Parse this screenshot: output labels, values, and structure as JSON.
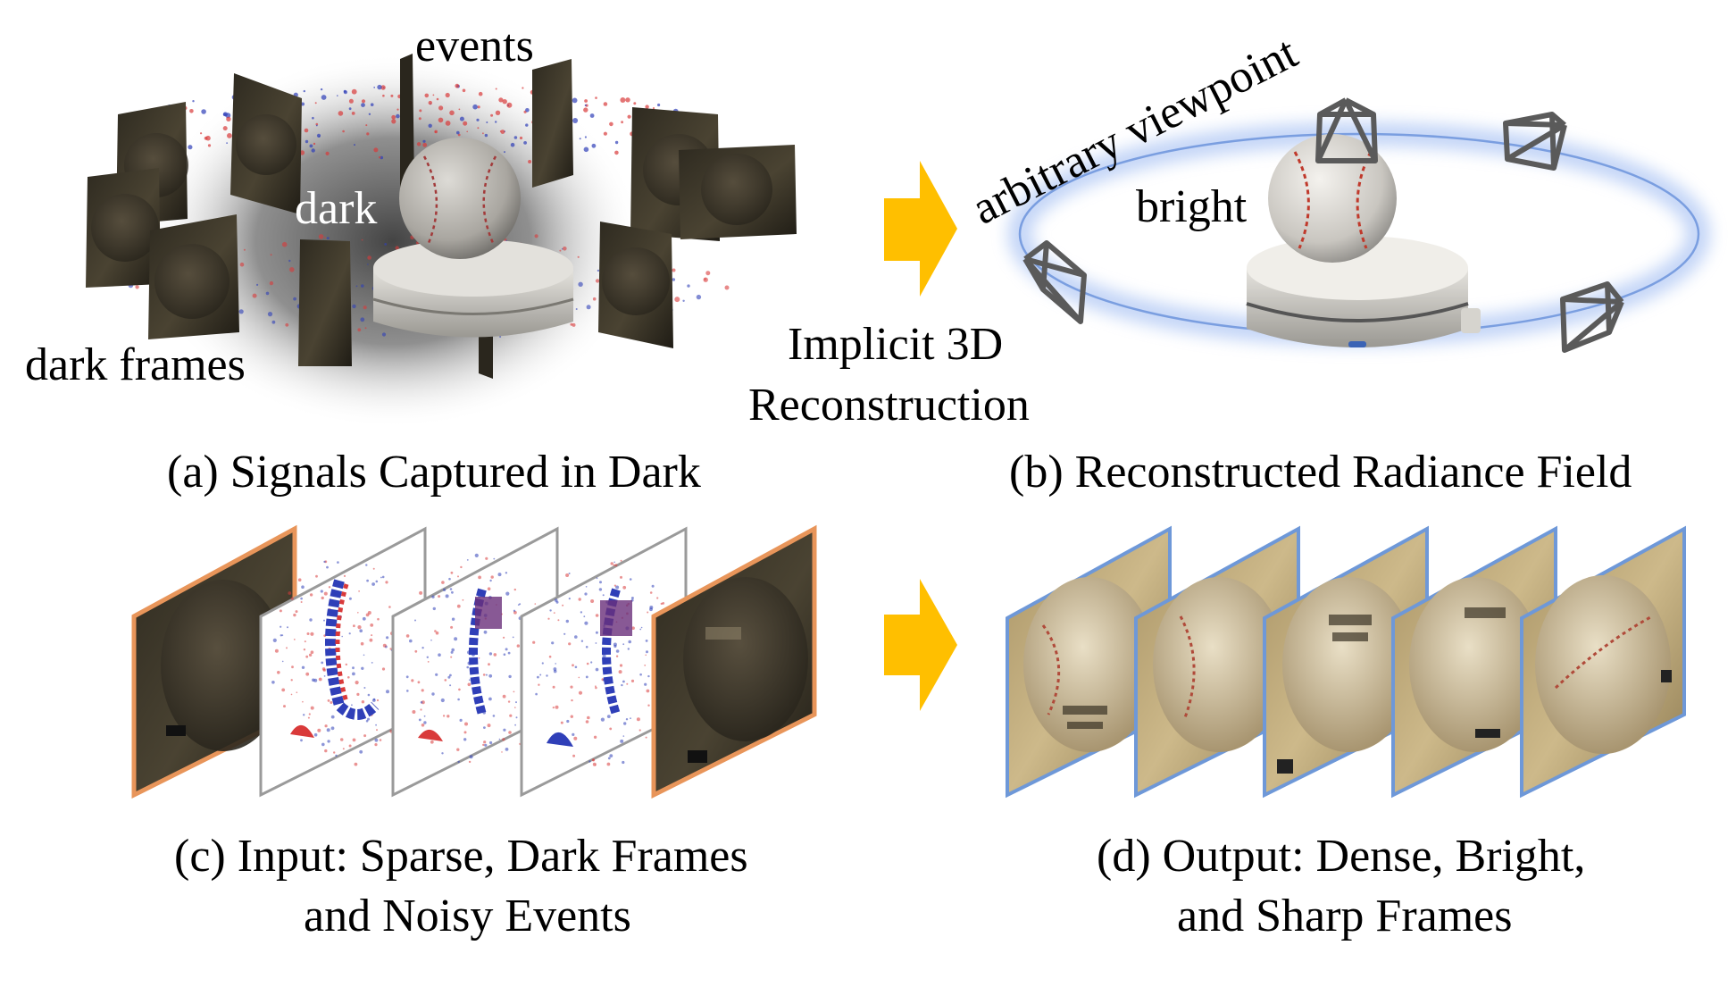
{
  "panel_a": {
    "caption": "(a) Signals Captured in Dark",
    "label_events": "events",
    "label_dark": "dark",
    "label_dark_frames": "dark frames"
  },
  "arrow_top": {
    "label_line1": "Implicit 3D",
    "label_line2": "Reconstruction"
  },
  "panel_b": {
    "caption": "(b) Reconstructed Radiance Field",
    "label_viewpoint": "arbitrary viewpoint",
    "label_bright": "bright"
  },
  "panel_c": {
    "caption_line1": "(c) Input: Sparse, Dark Frames",
    "caption_line2": "and Noisy Events"
  },
  "panel_d": {
    "caption_line1": "(d) Output: Dense, Bright,",
    "caption_line2": "and Sharp Frames"
  },
  "colors": {
    "arrow": "#FFBF00",
    "dark_frame_border": "#E8955A",
    "bright_frame_border": "#6E98D8",
    "event_positive": "#D93A3A",
    "event_negative": "#2F3FB8",
    "ring": "#8FB0F0"
  }
}
